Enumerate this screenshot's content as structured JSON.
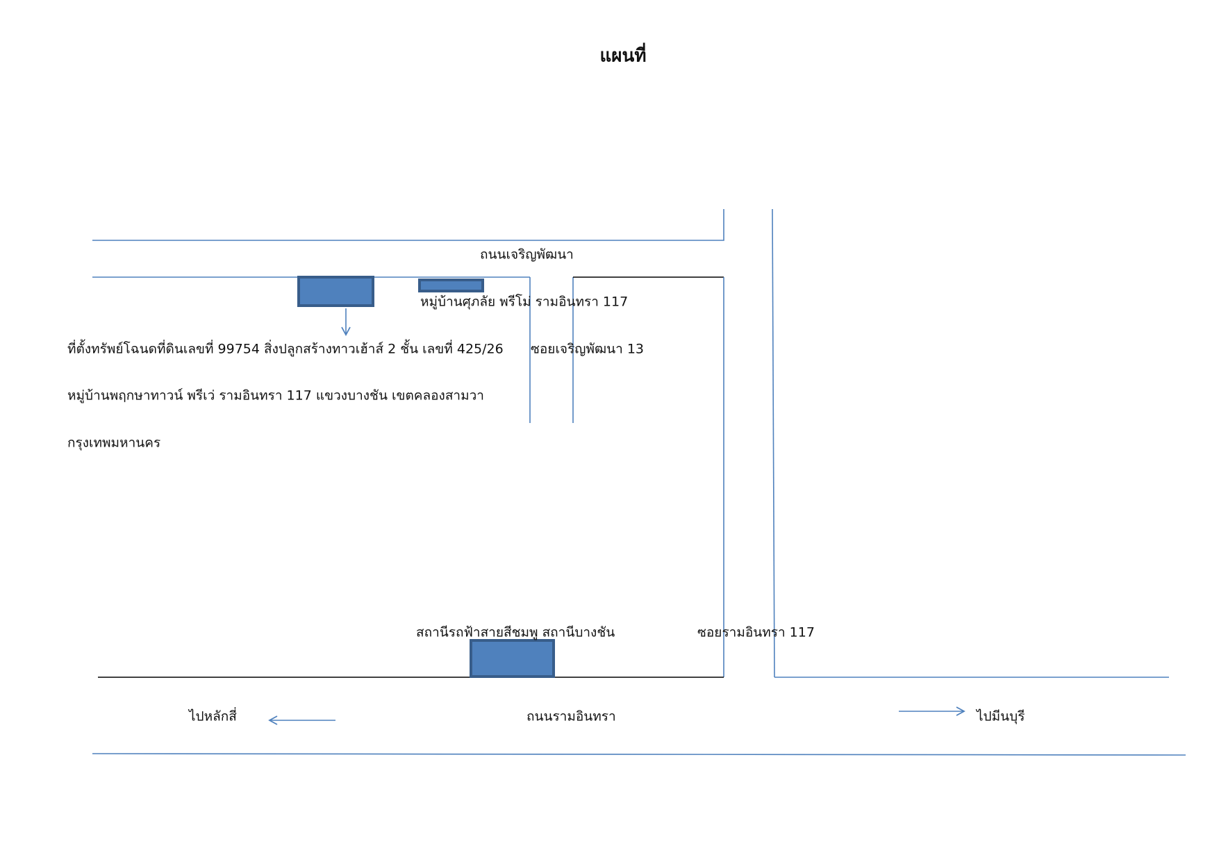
{
  "title": "แผนที่",
  "colors": {
    "road": "#4f81bd",
    "marker_fill": "#4f81bd",
    "marker_border": "#385d8a"
  },
  "labels": {
    "road_top": "ถนนเจริญพัฒนา",
    "village_supalai": "หมู่บ้านศุภลัย พรีโม่ รามอินทรา 117",
    "property_line1": "ที่ตั้งทรัพย์โฉนดที่ดินเลขที่ 99754 สิ่งปลูกสร้างทาวเฮ้าส์ 2 ชั้น เลขที่ 425/26",
    "soi_charoen": "ซอยเจริญพัฒนา 13",
    "property_line2": "หมู่บ้านพฤกษาทาวน์ พรีเว่ รามอินทรา 117 แขวงบางชัน  เขตคลองสามวา",
    "property_line3": "กรุงเทพมหานคร",
    "station": "สถานีรถฟ้าสายสีชมพู สถานีบางชัน",
    "soi_ramintra": "ซอยรามอินทรา 117",
    "to_laksi": "ไปหลักสี่",
    "road_bottom": "ถนนรามอินทรา",
    "to_minburi": "ไปมีนบุรี"
  }
}
